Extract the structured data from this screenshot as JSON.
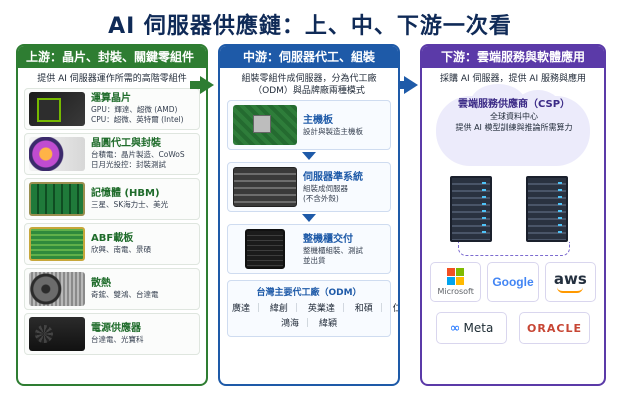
{
  "title": "AI 伺服器供應鏈：上、中、下游一次看",
  "upstream": {
    "header": "上游：晶片、封裝、關鍵零組件",
    "subtitle": "提供 AI 伺服器運作所需的高階零組件",
    "items": [
      {
        "name": "運算晶片",
        "desc": [
          "GPU：輝達、超微 (AMD)",
          "CPU：超微、英特爾 (Intel)"
        ],
        "icon": "gpu-chip-icon"
      },
      {
        "name": "晶圓代工與封裝",
        "desc": [
          "台積電：晶片製造、CoWoS",
          "日月光投控：封裝測試"
        ],
        "icon": "wafer-icon"
      },
      {
        "name": "記憶體 (HBM)",
        "desc": [
          "三星、SK海力士、美光"
        ],
        "icon": "memory-icon"
      },
      {
        "name": "ABF載板",
        "desc": [
          "欣興、南電、景碩"
        ],
        "icon": "substrate-icon"
      },
      {
        "name": "散熱",
        "desc": [
          "奇鋐、雙鴻、台達電"
        ],
        "icon": "cooling-fan-icon"
      },
      {
        "name": "電源供應器",
        "desc": [
          "台達電、光寶科"
        ],
        "icon": "power-supply-icon"
      }
    ]
  },
  "midstream": {
    "header": "中游：伺服器代工、組裝",
    "subtitle": [
      "組裝零組件成伺服器，分為代工廠",
      "（ODM）與品牌廠兩種模式"
    ],
    "steps": [
      {
        "name": "主機板",
        "desc": [
          "設計與製造主機板"
        ],
        "icon": "motherboard-icon"
      },
      {
        "name": "伺服器準系統",
        "desc": [
          "組裝成伺服器",
          "(不含外殼)"
        ],
        "icon": "server-barebone-icon"
      },
      {
        "name": "整機櫃交付",
        "desc": [
          "整機櫃組裝、測試",
          "並出貨"
        ],
        "icon": "server-rack-icon"
      }
    ],
    "odm": {
      "title": "台灣主要代工廠（ODM）",
      "row1": [
        "廣達",
        "緯創",
        "英業達",
        "和碩",
        "仁寶"
      ],
      "row2": [
        "鴻海",
        "緯穎"
      ]
    }
  },
  "downstream": {
    "header": "下游：雲端服務與軟體應用",
    "subtitle": "採購 AI 伺服器，提供 AI 服務與應用",
    "csp": {
      "title": "雲端服務供應商（CSP）",
      "line1": "全球資料中心",
      "line2": "提供 AI 模型訓練與推論所需算力"
    },
    "logos": {
      "microsoft": "Microsoft",
      "google": "Google",
      "aws": "aws",
      "meta": "Meta",
      "oracle": "ORACLE"
    }
  },
  "colors": {
    "upstream": "#2e7d32",
    "midstream": "#1e5aa8",
    "downstream": "#5b3aa8",
    "title": "#0f2a57"
  }
}
